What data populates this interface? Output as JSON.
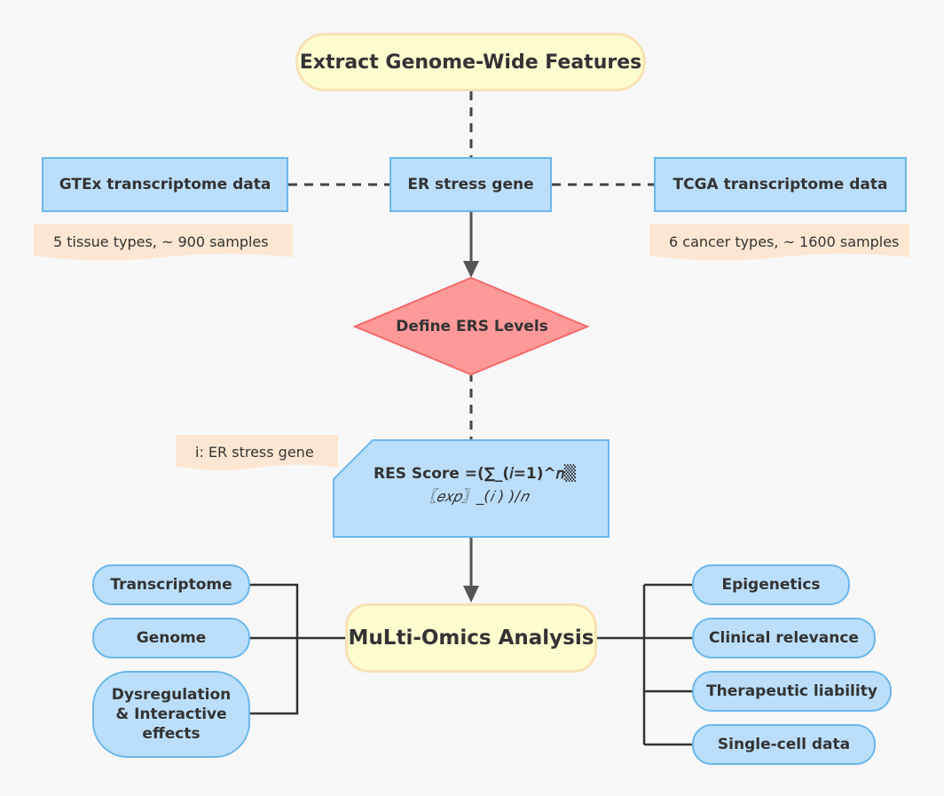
{
  "top": {
    "label": "Extract Genome-Wide Features"
  },
  "row": {
    "gtex": "GTEx transcriptome data",
    "ers": "ER stress gene",
    "tcga": "TCGA transcriptome data"
  },
  "notes": {
    "gtex": "5 tissue types, ~ 900 samples",
    "tcga": "6 cancer types, ~ 1600 samples",
    "score": "i: ER stress gene"
  },
  "decision": {
    "label": "Define ERS Levels"
  },
  "score": {
    "line1": "RES Score =(∑_(𝑖=1)^𝑛▒",
    "line2": "〖𝑒𝑥𝑝〗_(𝑖 ) )/𝑛"
  },
  "multi": {
    "label": "MuLti-Omics Analysis"
  },
  "left_items": [
    "Transcriptome",
    "Genome",
    "Dysregulation",
    "& Interactive",
    "effects"
  ],
  "right_items": [
    "Epigenetics",
    "Clinical relevance",
    "Therapeutic liability",
    "Single-cell data"
  ]
}
